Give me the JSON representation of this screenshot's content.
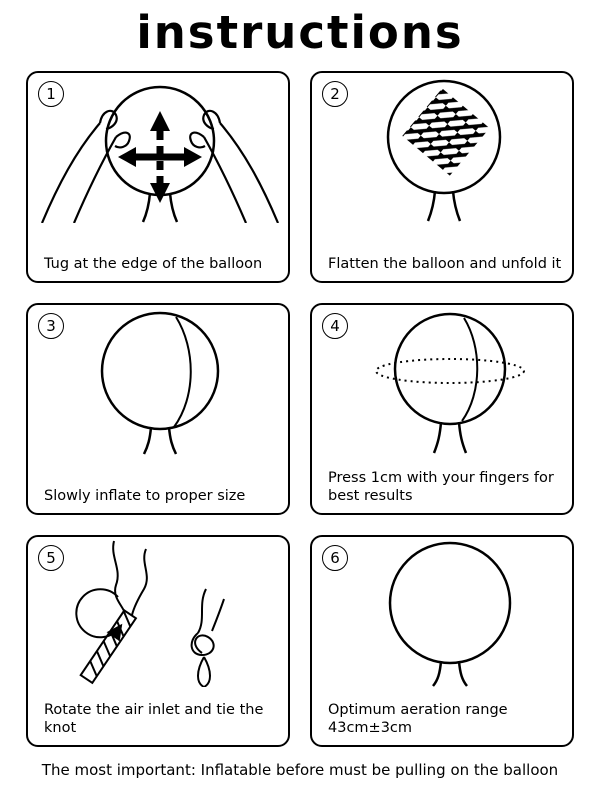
{
  "page": {
    "title": "instructions",
    "footer": "The most important: Inflatable before must be pulling on the balloon"
  },
  "colors": {
    "ink": "#000000",
    "paper": "#ffffff"
  },
  "steps": [
    {
      "number": "1",
      "caption": "Tug at the edge of the balloon"
    },
    {
      "number": "2",
      "caption": "Flatten the balloon and unfold it"
    },
    {
      "number": "3",
      "caption": "Slowly inflate to proper size"
    },
    {
      "number": "4",
      "caption": "Press 1cm with your fingers for best results"
    },
    {
      "number": "5",
      "caption": "Rotate the air inlet and tie the knot"
    },
    {
      "number": "6",
      "caption": "Optimum aeration range 43cm±3cm"
    }
  ]
}
